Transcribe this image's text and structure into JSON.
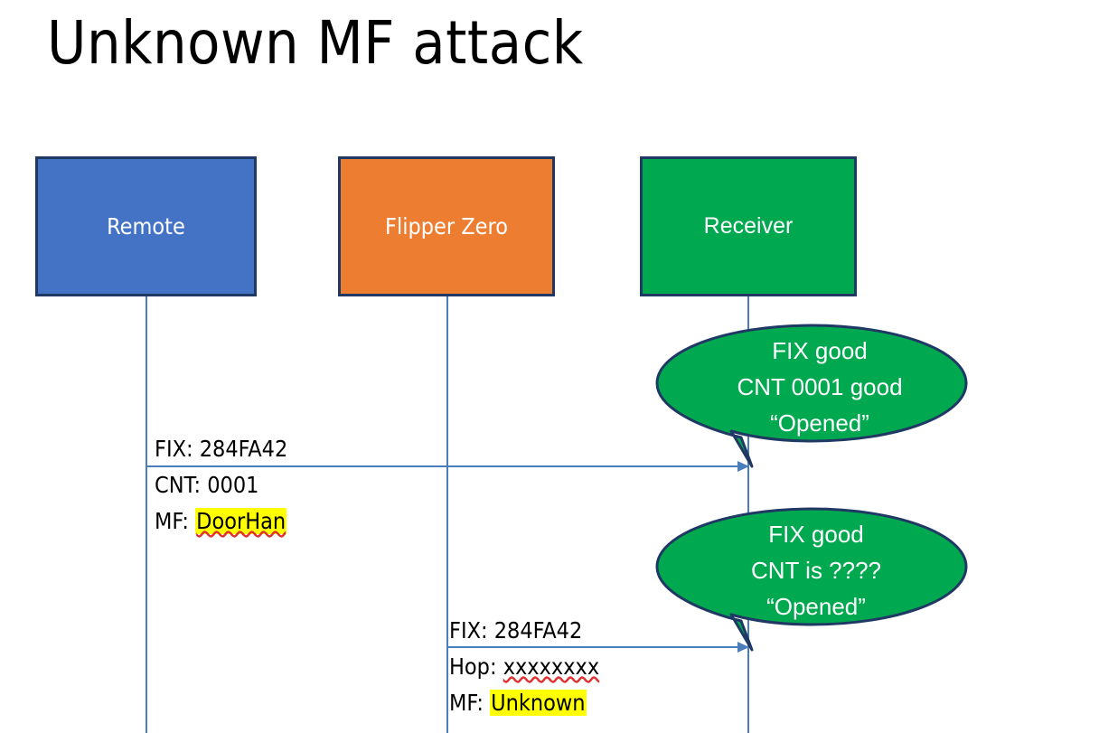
{
  "slide": {
    "title": "Unknown MF attack",
    "background": "#ffffff"
  },
  "colors": {
    "remote_fill": "#4472C4",
    "flipper_fill": "#ED7D31",
    "receiver_fill": "#00A94F",
    "box_border": "#1F3864",
    "lifeline": "#4A7EBB",
    "highlight": "#FFFF00",
    "spellcheck_underline": "#E03030",
    "text": "#000000",
    "box_text": "#FFFFFF"
  },
  "actors": [
    {
      "id": "remote",
      "label": "Remote"
    },
    {
      "id": "flipper",
      "label": "Flipper Zero"
    },
    {
      "id": "receiver",
      "label": "Receiver"
    }
  ],
  "messages": [
    {
      "id": "msg-1",
      "from": "remote",
      "to": "receiver",
      "lines": [
        {
          "label": "FIX: ",
          "value": "284FA42",
          "highlight": false,
          "spellcheck_error": false
        },
        {
          "label": "CNT: ",
          "value": "0001",
          "highlight": false,
          "spellcheck_error": false
        },
        {
          "label": "MF: ",
          "value": "DoorHan",
          "highlight": true,
          "spellcheck_error": true
        }
      ]
    },
    {
      "id": "msg-2",
      "from": "flipper",
      "to": "receiver",
      "lines": [
        {
          "label": "FIX: ",
          "value": "284FA42",
          "highlight": false,
          "spellcheck_error": false
        },
        {
          "label": "Hop: ",
          "value": "xxxxxxxx",
          "highlight": false,
          "spellcheck_error": true
        },
        {
          "label": "MF: ",
          "value": "Unknown",
          "highlight": true,
          "spellcheck_error": false
        }
      ]
    }
  ],
  "callouts": [
    {
      "id": "callout-1",
      "owner": "receiver",
      "lines": [
        "FIX good",
        "CNT 0001 good",
        "“Opened”"
      ]
    },
    {
      "id": "callout-2",
      "owner": "receiver",
      "lines": [
        "FIX good",
        "CNT is ????",
        "“Opened”"
      ]
    }
  ]
}
